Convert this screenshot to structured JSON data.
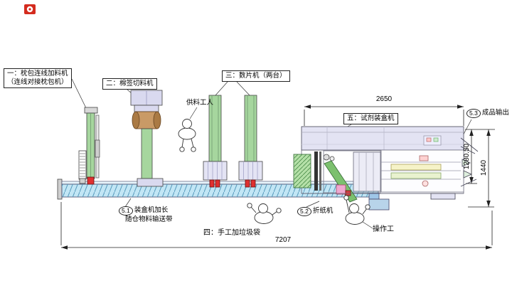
{
  "labels": {
    "machine1_line1": "一：枕包连线加料机",
    "machine1_line2": "（连线对接枕包机）",
    "machine2": "二：棉签切料机",
    "machine3": "三：数片机（两台）",
    "supply_worker": "供料工人",
    "machine5": "五：试剂装盒机",
    "output_num": "5.3",
    "output_text": "成品输出",
    "ext_num": "5.1",
    "ext_text_line1": "装盒机加长",
    "ext_text_line2": "随仓物料输送带",
    "folder_num": "5.2",
    "folder_text": "折纸机",
    "manual_bag": "四：手工加垃圾袋",
    "operator": "操作工"
  },
  "dimensions": {
    "machine5_width": "2650",
    "height_inner": "1280.50",
    "height_outer": "1440",
    "total_length": "7207"
  },
  "icons": {
    "logo": "brand-logo-icon",
    "workers": "top-view-worker-figure"
  },
  "colors": {
    "conveyor_blue": "#c2e6f5",
    "machine_green": "#a6d69e",
    "machine_lavender": "#d9d9ef",
    "cylinder_tan": "#c99a66",
    "accent_red": "#e03030",
    "logo_red": "#d42b1e"
  }
}
